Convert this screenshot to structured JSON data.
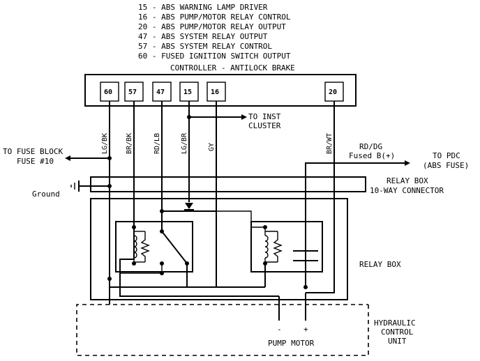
{
  "legend": [
    "15 - ABS WARNING LAMP DRIVER",
    "16 - ABS PUMP/MOTOR RELAY CONTROL",
    "20 - ABS PUMP/MOTOR RELAY OUTPUT",
    "47 - ABS SYSTEM RELAY OUTPUT",
    "57 - ABS SYSTEM RELAY CONTROL",
    "60 - FUSED IGNITION SWITCH OUTPUT"
  ],
  "controller": {
    "title": "CONTROLLER - ANTILOCK BRAKE",
    "pins": [
      "60",
      "57",
      "47",
      "15",
      "16",
      "20"
    ]
  },
  "wire_colors": {
    "w60": "LG/BK",
    "w57": "BR/BK",
    "w47": "RD/LB",
    "w15": "LG/BR",
    "w16": "GY",
    "w20": "BR/WT"
  },
  "labels": {
    "inst_cluster": [
      "TO INST",
      "CLUSTER"
    ],
    "fuse_block": [
      "TO FUSE BLOCK",
      "FUSE #10"
    ],
    "ground": "Ground",
    "fused_b": [
      "RD/DG",
      "Fused B(+)"
    ],
    "pdc": [
      "TO PDC",
      "(ABS FUSE)"
    ],
    "connector": [
      "RELAY BOX",
      "10-WAY CONNECTOR"
    ],
    "relay_box": "RELAY BOX",
    "motor_minus": "-",
    "motor_plus": "+",
    "pump_motor": "PUMP MOTOR",
    "hcu": [
      "HYDRAULIC",
      "CONTROL",
      "UNIT"
    ]
  }
}
